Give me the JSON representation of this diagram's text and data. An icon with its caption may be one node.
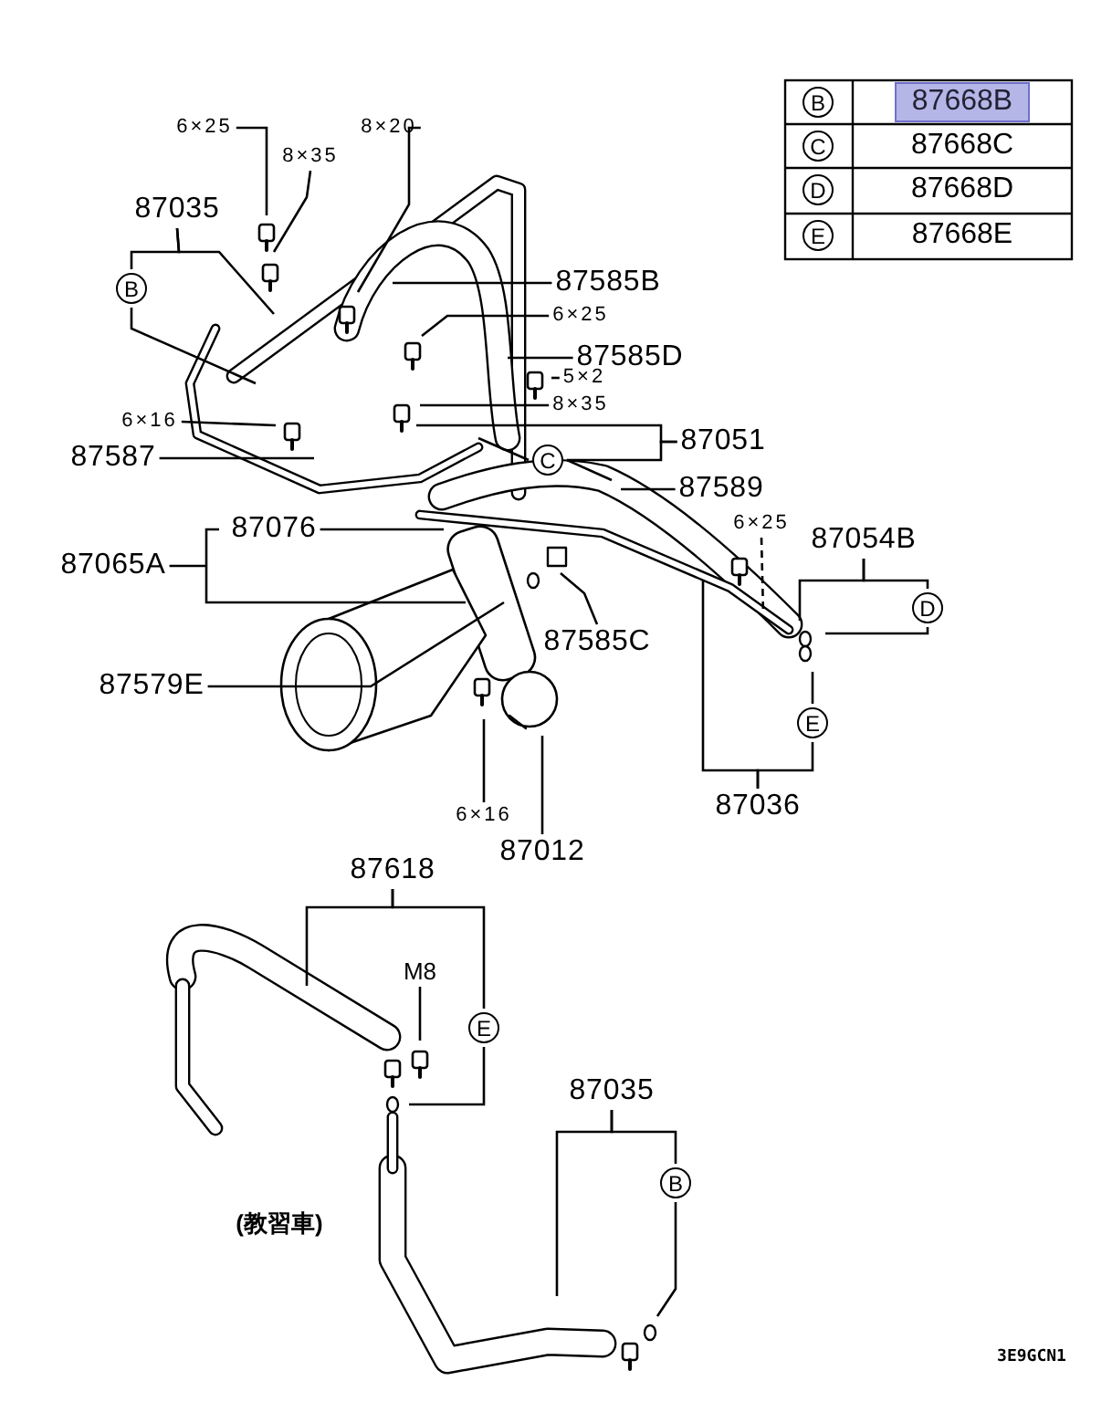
{
  "diagram": {
    "nodes": [
      {
        "text": [
          "6×25"
        ]
      },
      {
        "text": [
          "8×35"
        ]
      },
      {
        "text": [
          "8×20"
        ]
      },
      {
        "text": [
          "87035"
        ]
      },
      {
        "text": [
          "B"
        ]
      },
      {
        "text": [
          "87585B"
        ]
      },
      {
        "text": [
          "6×25"
        ]
      },
      {
        "text": [
          "87585D"
        ]
      },
      {
        "text": [
          "5×2"
        ]
      },
      {
        "text": [
          "8×35"
        ]
      },
      {
        "text": [
          "6×16"
        ]
      },
      {
        "text": [
          "87587"
        ]
      },
      {
        "text": [
          "87051"
        ]
      },
      {
        "text": [
          "C"
        ]
      },
      {
        "text": [
          "87589"
        ]
      },
      {
        "text": [
          "87076"
        ]
      },
      {
        "text": [
          "87065A"
        ]
      },
      {
        "text": [
          "87585C"
        ]
      },
      {
        "text": [
          "6×25"
        ]
      },
      {
        "text": [
          "87054B"
        ]
      },
      {
        "text": [
          "D"
        ]
      },
      {
        "text": [
          "87579E"
        ]
      },
      {
        "text": [
          "E"
        ]
      },
      {
        "text": [
          "87036"
        ]
      },
      {
        "text": [
          "6×16"
        ]
      },
      {
        "text": [
          "87012"
        ]
      },
      {
        "text": [
          "87618"
        ]
      },
      {
        "text": [
          "M8"
        ]
      },
      {
        "text": [
          "E"
        ]
      },
      {
        "text": [
          "87035"
        ]
      },
      {
        "text": [
          "B"
        ]
      },
      {
        "text": [
          "B"
        ]
      },
      {
        "text": [
          "C"
        ]
      },
      {
        "text": [
          "D"
        ]
      },
      {
        "text": [
          "E"
        ]
      }
    ],
    "edges": [
      {
        "from": 0,
        "to": null,
        "arrow": "none"
      },
      {
        "from": 1,
        "to": null,
        "arrow": "none"
      },
      {
        "from": 2,
        "to": null,
        "arrow": "none"
      },
      {
        "from": 3,
        "to": 4,
        "arrow": "none"
      },
      {
        "from": 3,
        "to": null,
        "arrow": "none"
      },
      {
        "from": 4,
        "to": null,
        "arrow": "none"
      },
      {
        "from": 5,
        "to": null,
        "arrow": "none"
      },
      {
        "from": 6,
        "to": null,
        "arrow": "none"
      },
      {
        "from": 7,
        "to": null,
        "arrow": "none"
      },
      {
        "from": 8,
        "to": null,
        "arrow": "none"
      },
      {
        "from": 9,
        "to": null,
        "arrow": "none"
      },
      {
        "from": 10,
        "to": null,
        "arrow": "none"
      },
      {
        "from": 11,
        "to": null,
        "arrow": "none"
      },
      {
        "from": 12,
        "to": 13,
        "arrow": "none"
      },
      {
        "from": 12,
        "to": null,
        "arrow": "none"
      },
      {
        "from": 13,
        "to": null,
        "arrow": "none"
      },
      {
        "from": 13,
        "to": null,
        "arrow": "none"
      },
      {
        "from": 14,
        "to": null,
        "arrow": "none"
      },
      {
        "from": 15,
        "to": null,
        "arrow": "none"
      },
      {
        "from": 16,
        "to": null,
        "arrow": "none"
      },
      {
        "from": 17,
        "to": null,
        "arrow": "none"
      },
      {
        "from": 18,
        "to": null,
        "arrow": "none",
        "style": "dashed"
      },
      {
        "from": 19,
        "to": 20,
        "arrow": "none"
      },
      {
        "from": 19,
        "to": null,
        "arrow": "none"
      },
      {
        "from": 20,
        "to": null,
        "arrow": "none"
      },
      {
        "from": 23,
        "to": 22,
        "arrow": "none"
      },
      {
        "from": 23,
        "to": null,
        "arrow": "none"
      },
      {
        "from": 22,
        "to": null,
        "arrow": "none"
      },
      {
        "from": 21,
        "to": null,
        "arrow": "none"
      },
      {
        "from": 24,
        "to": null,
        "arrow": "none"
      },
      {
        "from": 25,
        "to": null,
        "arrow": "none"
      },
      {
        "from": 26,
        "to": 28,
        "arrow": "none"
      },
      {
        "from": 26,
        "to": null,
        "arrow": "none"
      },
      {
        "from": 28,
        "to": null,
        "arrow": "none"
      },
      {
        "from": 27,
        "to": null,
        "arrow": "none"
      },
      {
        "from": 29,
        "to": 30,
        "arrow": "none"
      },
      {
        "from": 29,
        "to": null,
        "arrow": "none"
      },
      {
        "from": 30,
        "to": null,
        "arrow": "none"
      }
    ],
    "labels": [
      "87668B",
      "87668C",
      "87668D",
      "87668E",
      "(教習車)",
      "3E9GCN1"
    ]
  }
}
